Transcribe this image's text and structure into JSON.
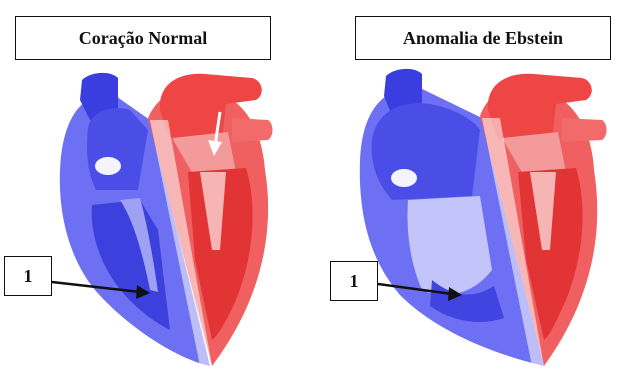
{
  "panels": [
    {
      "title": "Coração Normal",
      "label": "1"
    },
    {
      "title": "Anomalia de Ebstein",
      "label": "1"
    }
  ],
  "colors": {
    "right_side": "#5b5ff0",
    "right_side_light": "#9a9cf7",
    "right_side_dark": "#2b2fd6",
    "left_side": "#f05858",
    "left_side_light": "#f7a0a0",
    "left_side_dark": "#e02424",
    "arrow": "#111111"
  }
}
